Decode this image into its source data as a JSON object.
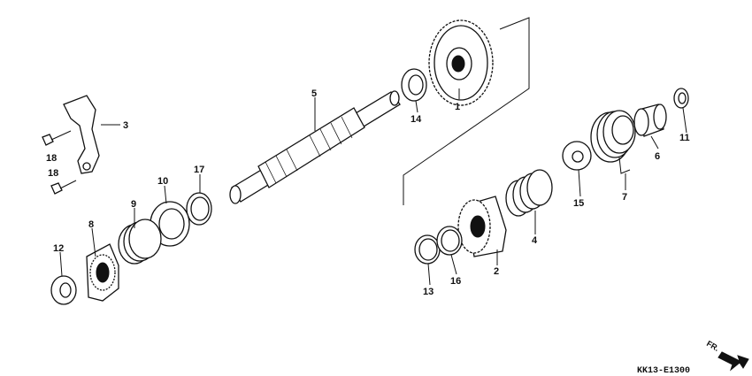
{
  "callouts": [
    {
      "id": "c1",
      "text": "1"
    },
    {
      "id": "c2",
      "text": "2"
    },
    {
      "id": "c3",
      "text": "3"
    },
    {
      "id": "c4",
      "text": "4"
    },
    {
      "id": "c5",
      "text": "5"
    },
    {
      "id": "c6",
      "text": "6"
    },
    {
      "id": "c7",
      "text": "7"
    },
    {
      "id": "c8",
      "text": "8"
    },
    {
      "id": "c9",
      "text": "9"
    },
    {
      "id": "c10",
      "text": "10"
    },
    {
      "id": "c11",
      "text": "11"
    },
    {
      "id": "c12",
      "text": "12"
    },
    {
      "id": "c13",
      "text": "13"
    },
    {
      "id": "c14",
      "text": "14"
    },
    {
      "id": "c15",
      "text": "15"
    },
    {
      "id": "c16",
      "text": "16"
    },
    {
      "id": "c17",
      "text": "17"
    },
    {
      "id": "c18a",
      "text": "18"
    },
    {
      "id": "c18b",
      "text": "18"
    }
  ],
  "drawing_code": "KK13-E1300",
  "direction_label": "FR.",
  "colors": {
    "ink": "#111111",
    "paper": "#ffffff"
  }
}
